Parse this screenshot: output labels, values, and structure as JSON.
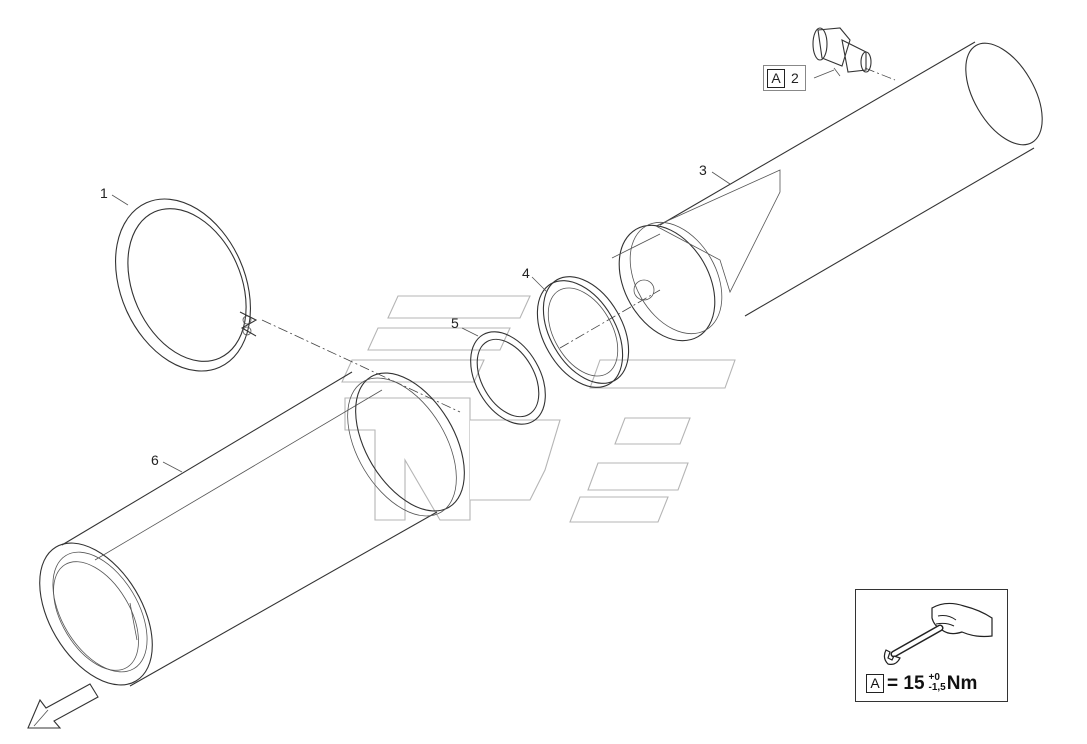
{
  "callouts": {
    "c1": "1",
    "c2": "2",
    "c3": "3",
    "c4": "4",
    "c5": "5",
    "c6": "6"
  },
  "reference": {
    "letter": "A",
    "part": "2"
  },
  "torque": {
    "letter": "A",
    "equals": "= 15",
    "tol_upper": "+0",
    "tol_lower": "-1,5",
    "unit": "Nm"
  }
}
